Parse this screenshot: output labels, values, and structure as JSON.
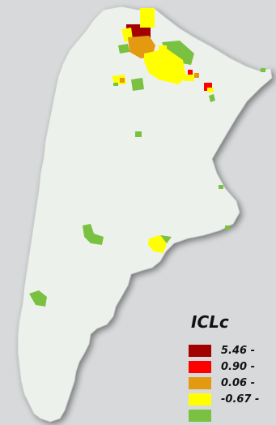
{
  "map": {
    "land_color": "#edf1ec",
    "background_color": "#d8d9db"
  },
  "legend": {
    "title": "ICLc",
    "classes": [
      {
        "label": "5.46 -",
        "color": "#a30000"
      },
      {
        "label": "0.90 -",
        "color": "#ff0000"
      },
      {
        "label": "0.06 -",
        "color": "#e39a10"
      },
      {
        "label": "-0.67 -",
        "color": "#ffff00"
      },
      {
        "label": "",
        "color": "#7ac142"
      }
    ]
  }
}
